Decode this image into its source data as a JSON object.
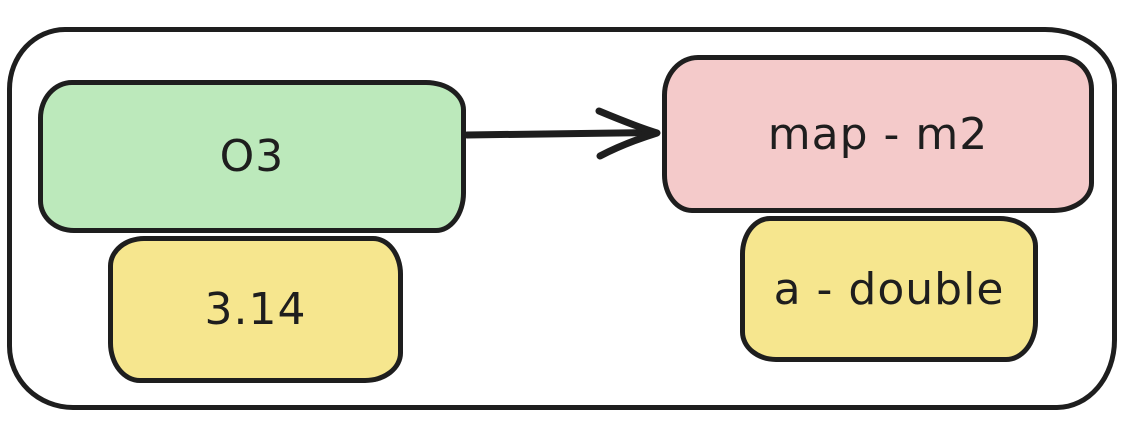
{
  "diagram": {
    "style": "hand-drawn",
    "colors": {
      "background": "#ffffff",
      "stroke": "#1e1e1e",
      "node_green": "#bce9bb",
      "node_yellow": "#f6e68e",
      "node_pink": "#f4caca"
    },
    "container": {
      "description": "outer rounded frame enclosing all nodes"
    },
    "nodes": [
      {
        "id": "o3",
        "label": "O3",
        "fill_key": "node_green",
        "group": "left"
      },
      {
        "id": "pi-value",
        "label": "3.14",
        "fill_key": "node_yellow",
        "group": "left"
      },
      {
        "id": "map-m2",
        "label": "map - m2",
        "fill_key": "node_pink",
        "group": "right"
      },
      {
        "id": "a-double",
        "label": "a - double",
        "fill_key": "node_yellow",
        "group": "right"
      }
    ],
    "edges": [
      {
        "from": "O3",
        "to": "map - m2",
        "type": "arrow",
        "direction": "left-to-right"
      }
    ]
  }
}
